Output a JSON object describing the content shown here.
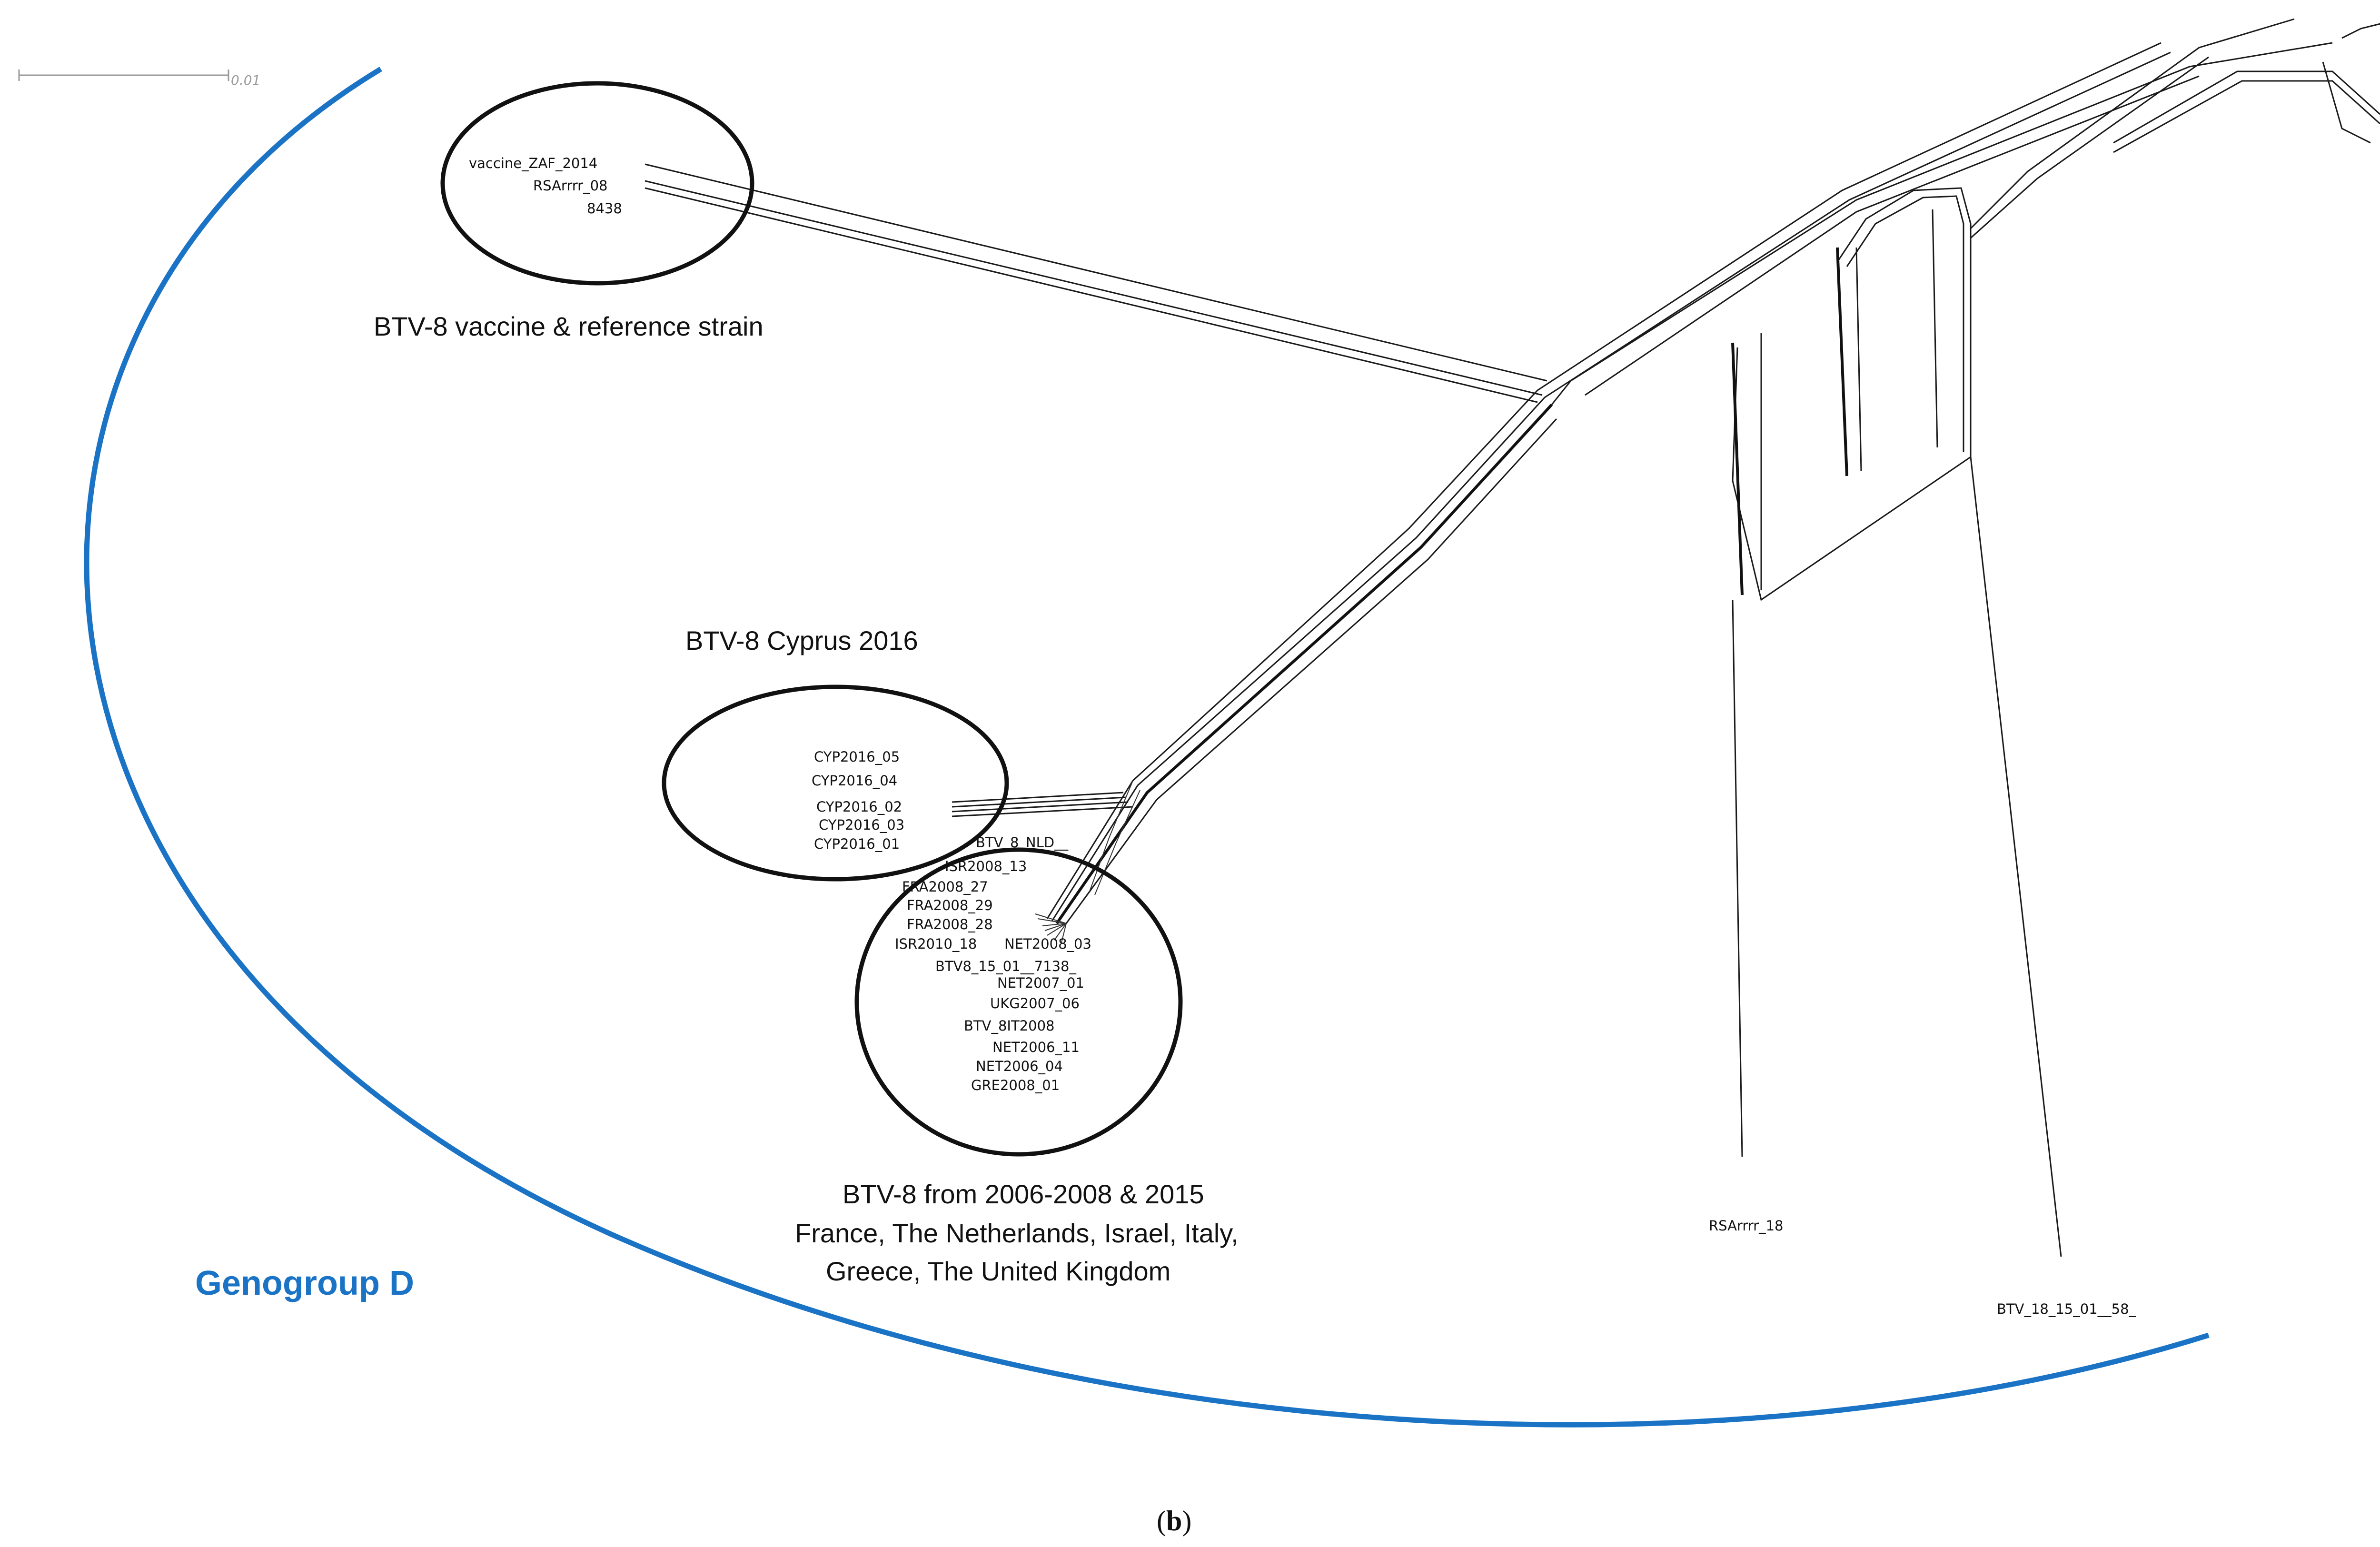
{
  "figure": {
    "scale_bar_label": "0.01",
    "panel_label": "(b)",
    "genogroup_label": "Genogroup D",
    "genogroup_color": "#1a73c4"
  },
  "groups": {
    "vaccine": {
      "caption": "BTV-8 vaccine & reference strain",
      "leaves": [
        "vaccine_ZAF_2014",
        "RSArrrr_08",
        "8438"
      ]
    },
    "cyprus": {
      "caption": "BTV-8 Cyprus 2016",
      "leaves": [
        "CYP2016_05",
        "CYP2016_04",
        "CYP2016_02",
        "CYP2016_03",
        "CYP2016_01"
      ]
    },
    "europe": {
      "caption_lines": [
        "BTV-8 from 2006-2008 & 2015",
        "France, The Netherlands, Israel, Italy,",
        "Greece, The United Kingdom"
      ],
      "leaves": [
        "BTV_8_NLD__",
        "ISR2008_13",
        "FRA2008_27",
        "FRA2008_29",
        "FRA2008_28",
        "ISR2010_18",
        "NET2008_03",
        "BTV8_15_01__7138_",
        "NET2007_01",
        "UKG2007_06",
        "BTV_8IT2008",
        "NET2006_11",
        "NET2006_04",
        "GRE2008_01"
      ]
    }
  },
  "other_leaves": [
    "RSArrrr_18",
    "BTV_18_15_01__58_"
  ]
}
